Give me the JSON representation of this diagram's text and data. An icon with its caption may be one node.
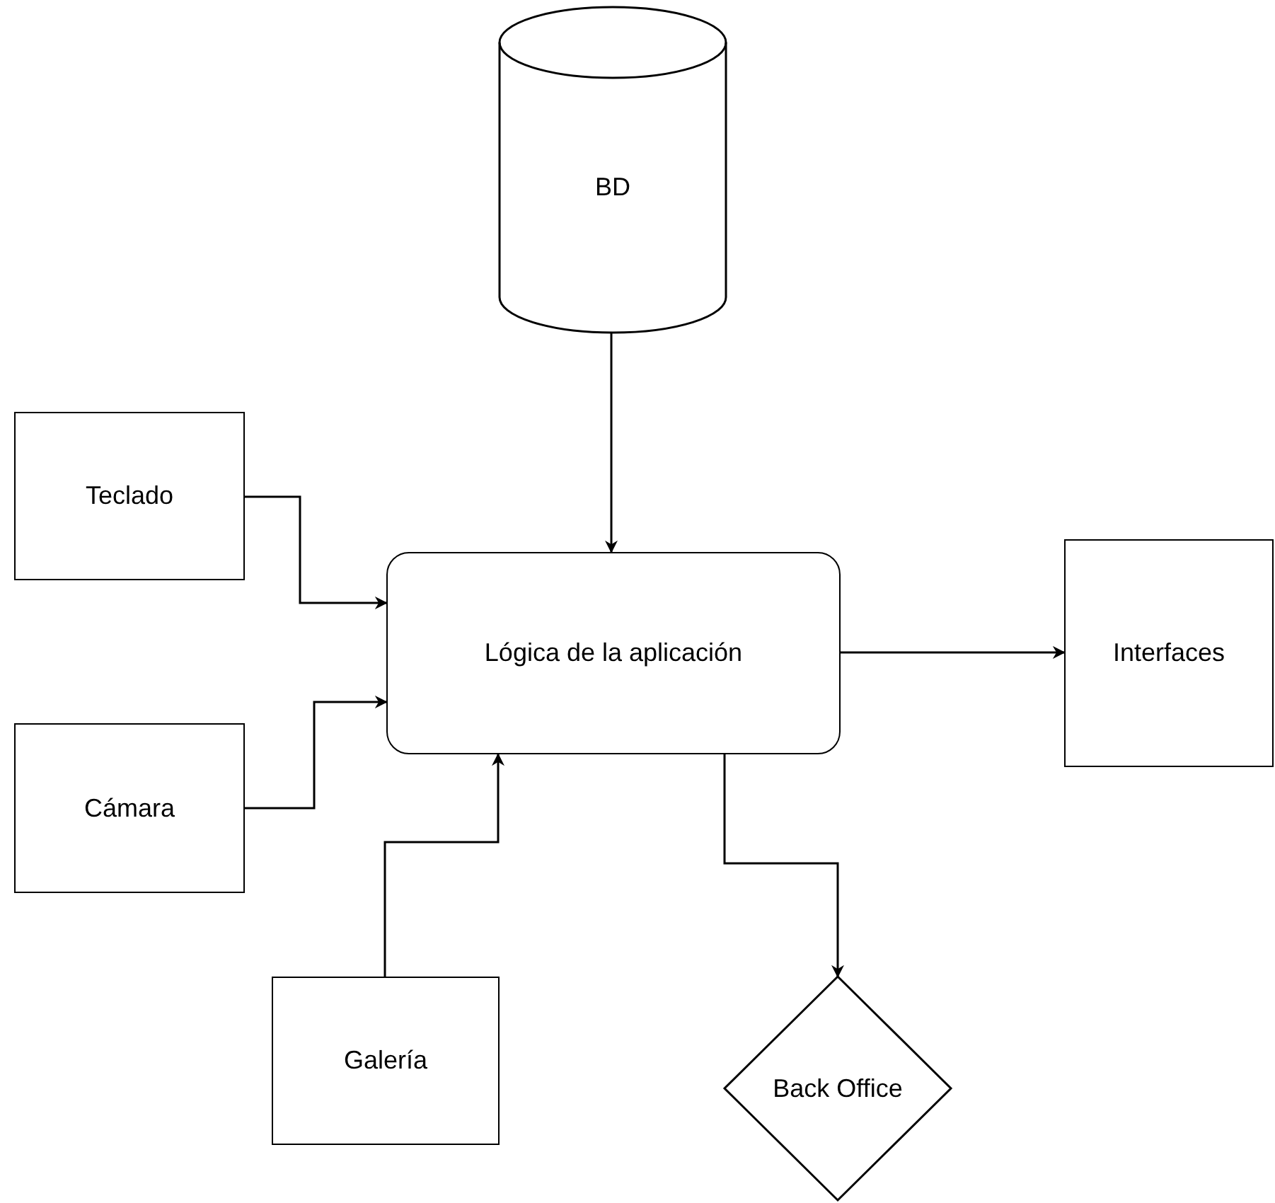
{
  "diagram": {
    "nodes": [
      {
        "text": [
          "BD"
        ]
      },
      {
        "text": [
          "Teclado"
        ]
      },
      {
        "text": [
          "Lógica de la aplicación"
        ]
      },
      {
        "text": [
          "Interfaces"
        ]
      },
      {
        "text": [
          "Cámara"
        ]
      },
      {
        "text": [
          "Galería"
        ]
      },
      {
        "text": [
          "Back Office"
        ]
      }
    ],
    "edges": [
      {
        "from": 0,
        "to": 2,
        "arrow": "to"
      },
      {
        "from": 1,
        "to": 2,
        "arrow": "to"
      },
      {
        "from": 4,
        "to": 2,
        "arrow": "to"
      },
      {
        "from": 5,
        "to": 2,
        "arrow": "to"
      },
      {
        "from": 2,
        "to": 3,
        "arrow": "to"
      },
      {
        "from": 2,
        "to": 6,
        "arrow": "to"
      }
    ]
  }
}
